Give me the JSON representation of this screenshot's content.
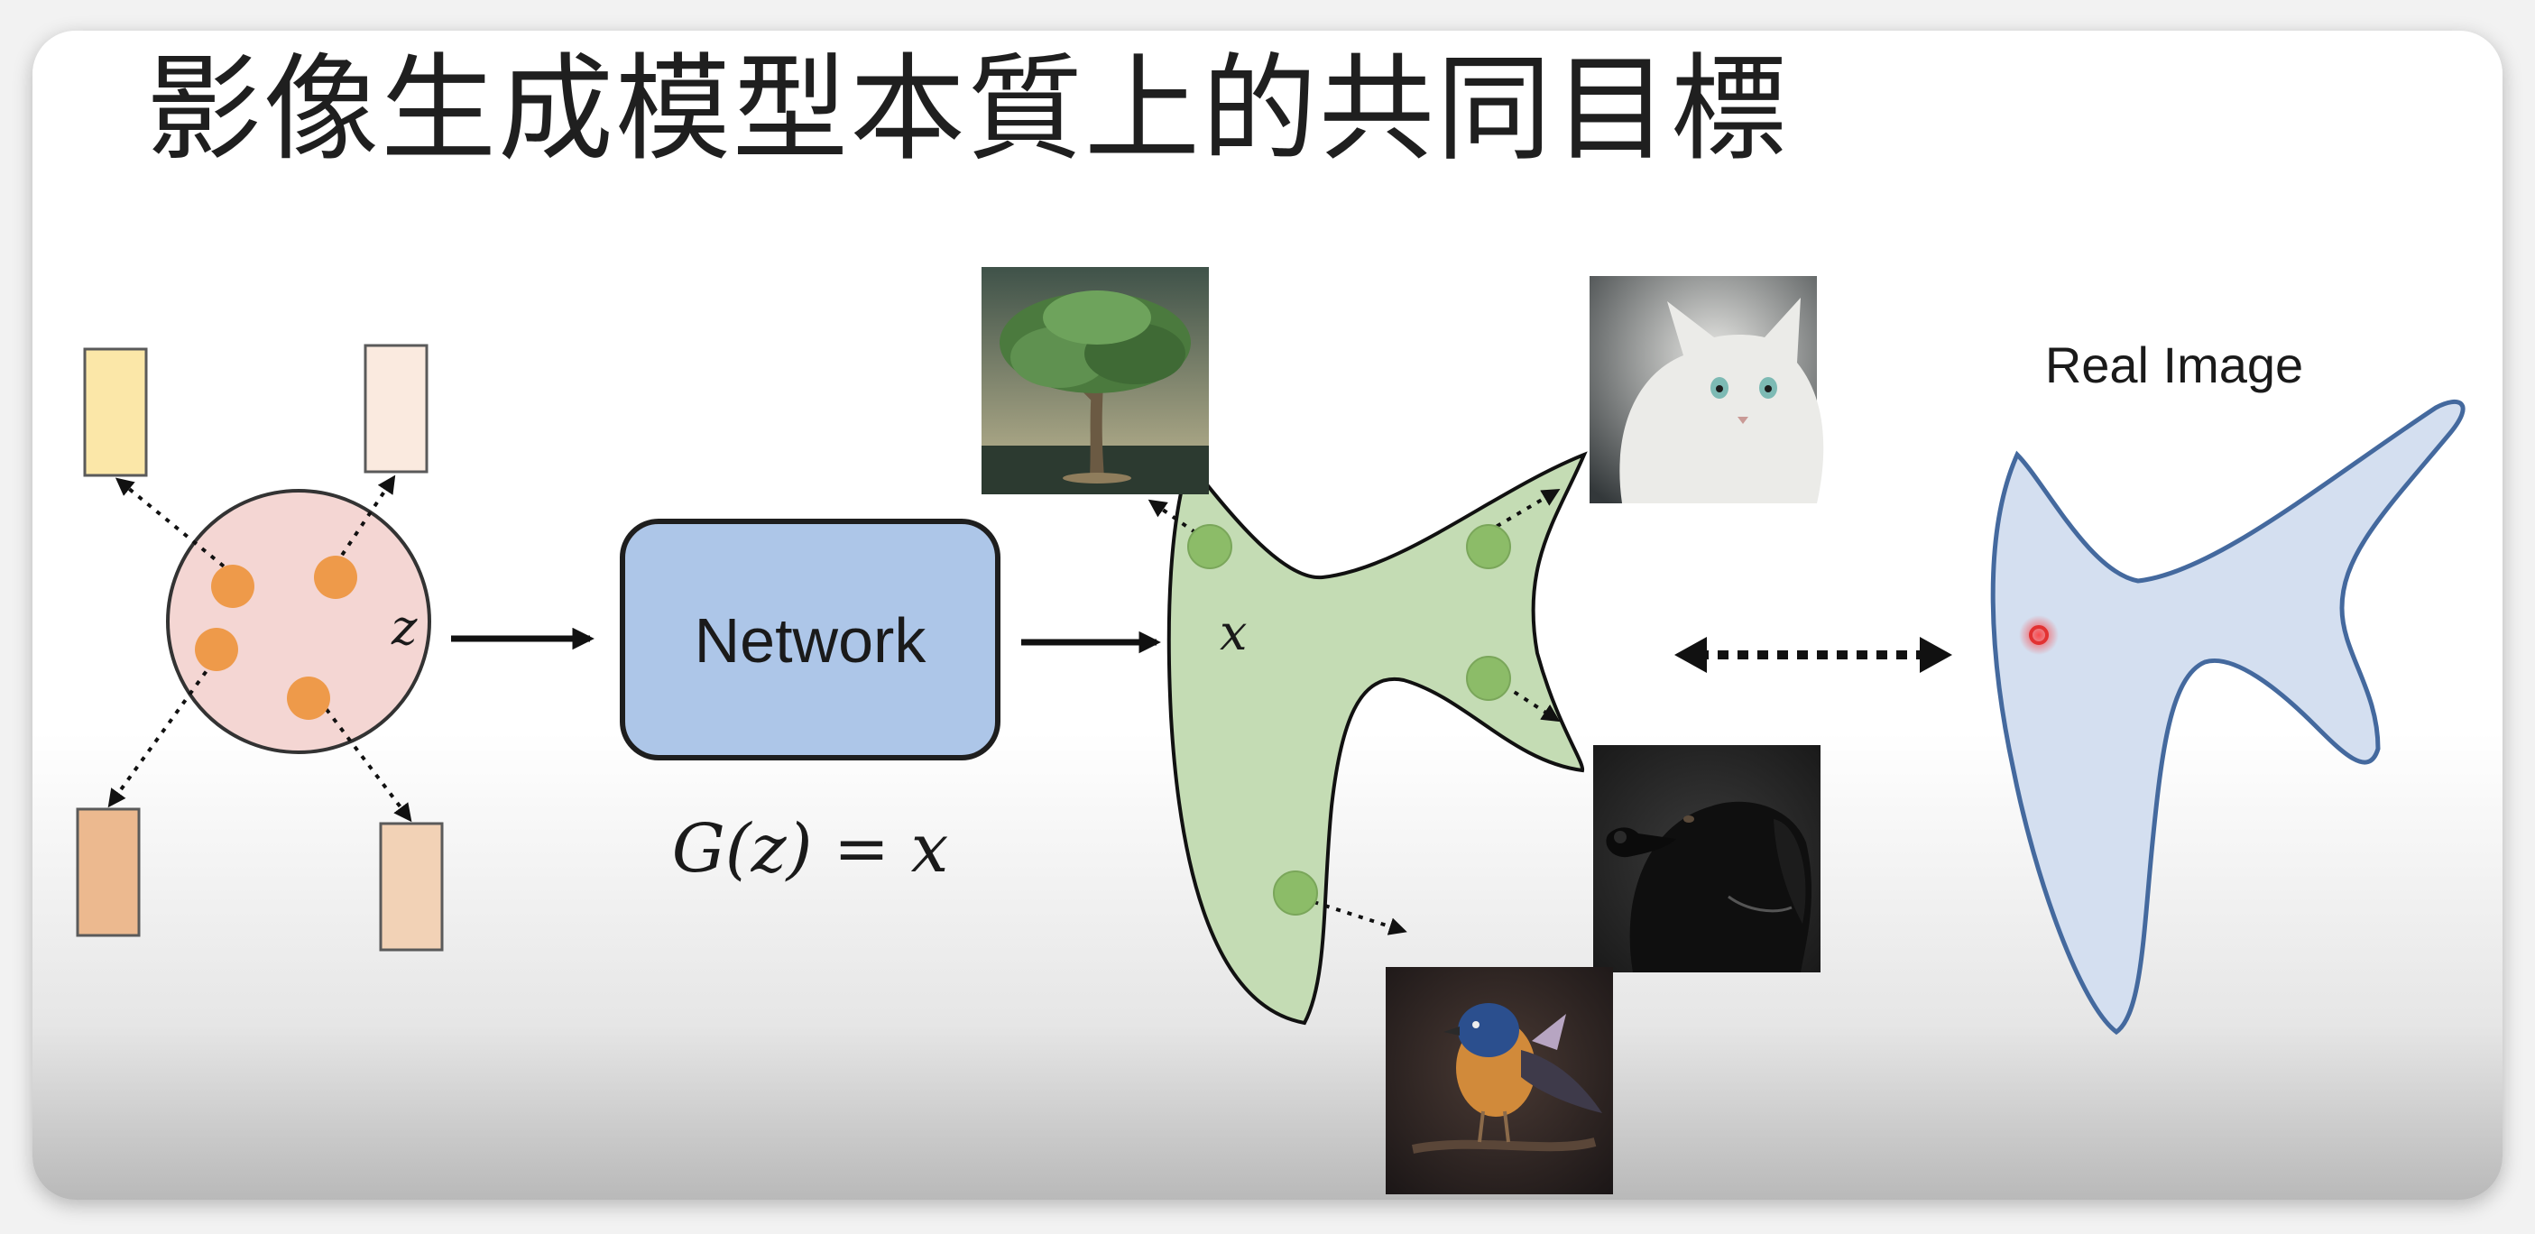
{
  "title": "影像生成模型本質上的共同目標",
  "latent": {
    "label": "z"
  },
  "network": {
    "label": "Network"
  },
  "equation": "G(z) = x",
  "generated_distribution": {
    "label": "x"
  },
  "real_distribution": {
    "label": "Real Image"
  },
  "images": {
    "tree": "tree-image",
    "cat": "cat-image",
    "dog": "dog-image",
    "bird": "bird-image"
  },
  "colors": {
    "latent_fill": "#f4d6d3",
    "latent_point": "#ee9a4a",
    "network_fill": "#adc6e8",
    "network_stroke": "#1e1e1e",
    "generated_fill": "#c4dcb4",
    "generated_point": "#8cbc68",
    "real_fill": "#d4dff0",
    "real_stroke": "#44699e",
    "real_point": "#e23232"
  }
}
